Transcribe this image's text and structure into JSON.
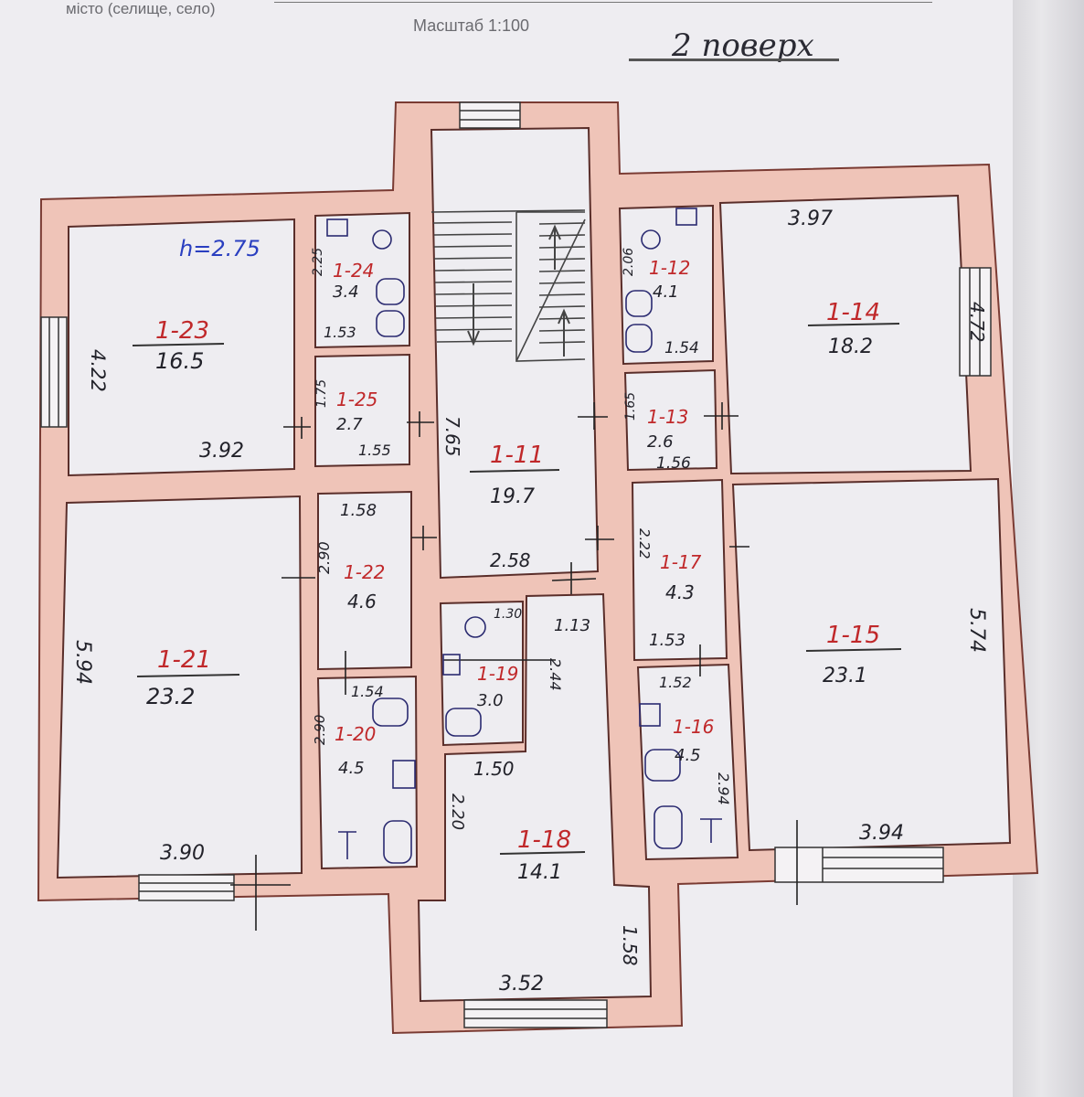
{
  "header": {
    "city_label": "місто (селище, село)",
    "scale": "Масштаб 1:100",
    "floor_title": "2 поверх"
  },
  "ceiling_height": "h=2.75",
  "rooms": [
    {
      "id": "1-23",
      "area": "16.5"
    },
    {
      "id": "1-24",
      "area": "3.4"
    },
    {
      "id": "1-25",
      "area": "2.7"
    },
    {
      "id": "1-22",
      "area": "4.6"
    },
    {
      "id": "1-21",
      "area": "23.2"
    },
    {
      "id": "1-20",
      "area": "4.5"
    },
    {
      "id": "1-19",
      "area": "3.0"
    },
    {
      "id": "1-18",
      "area": "14.1"
    },
    {
      "id": "1-11",
      "area": "19.7"
    },
    {
      "id": "1-12",
      "area": "4.1"
    },
    {
      "id": "1-13",
      "area": "2.6"
    },
    {
      "id": "1-14",
      "area": "18.2"
    },
    {
      "id": "1-17",
      "area": "4.3"
    },
    {
      "id": "1-16",
      "area": "4.5"
    },
    {
      "id": "1-15",
      "area": "23.1"
    }
  ],
  "dimensions": [
    "4.22",
    "3.92",
    "1.53",
    "1.55",
    "1.58",
    "2.90",
    "1.54",
    "5.94",
    "3.90",
    "7.65",
    "2.58",
    "1.13",
    "1.50",
    "2.20",
    "2.44",
    "3.52",
    "1.58",
    "3.97",
    "4.72",
    "1.54",
    "1.56",
    "1.53",
    "1.52",
    "2.94",
    "5.74",
    "3.94",
    "2.25",
    "1.75",
    "2.06",
    "1.65",
    "2.22",
    "1.30",
    "2.90"
  ]
}
